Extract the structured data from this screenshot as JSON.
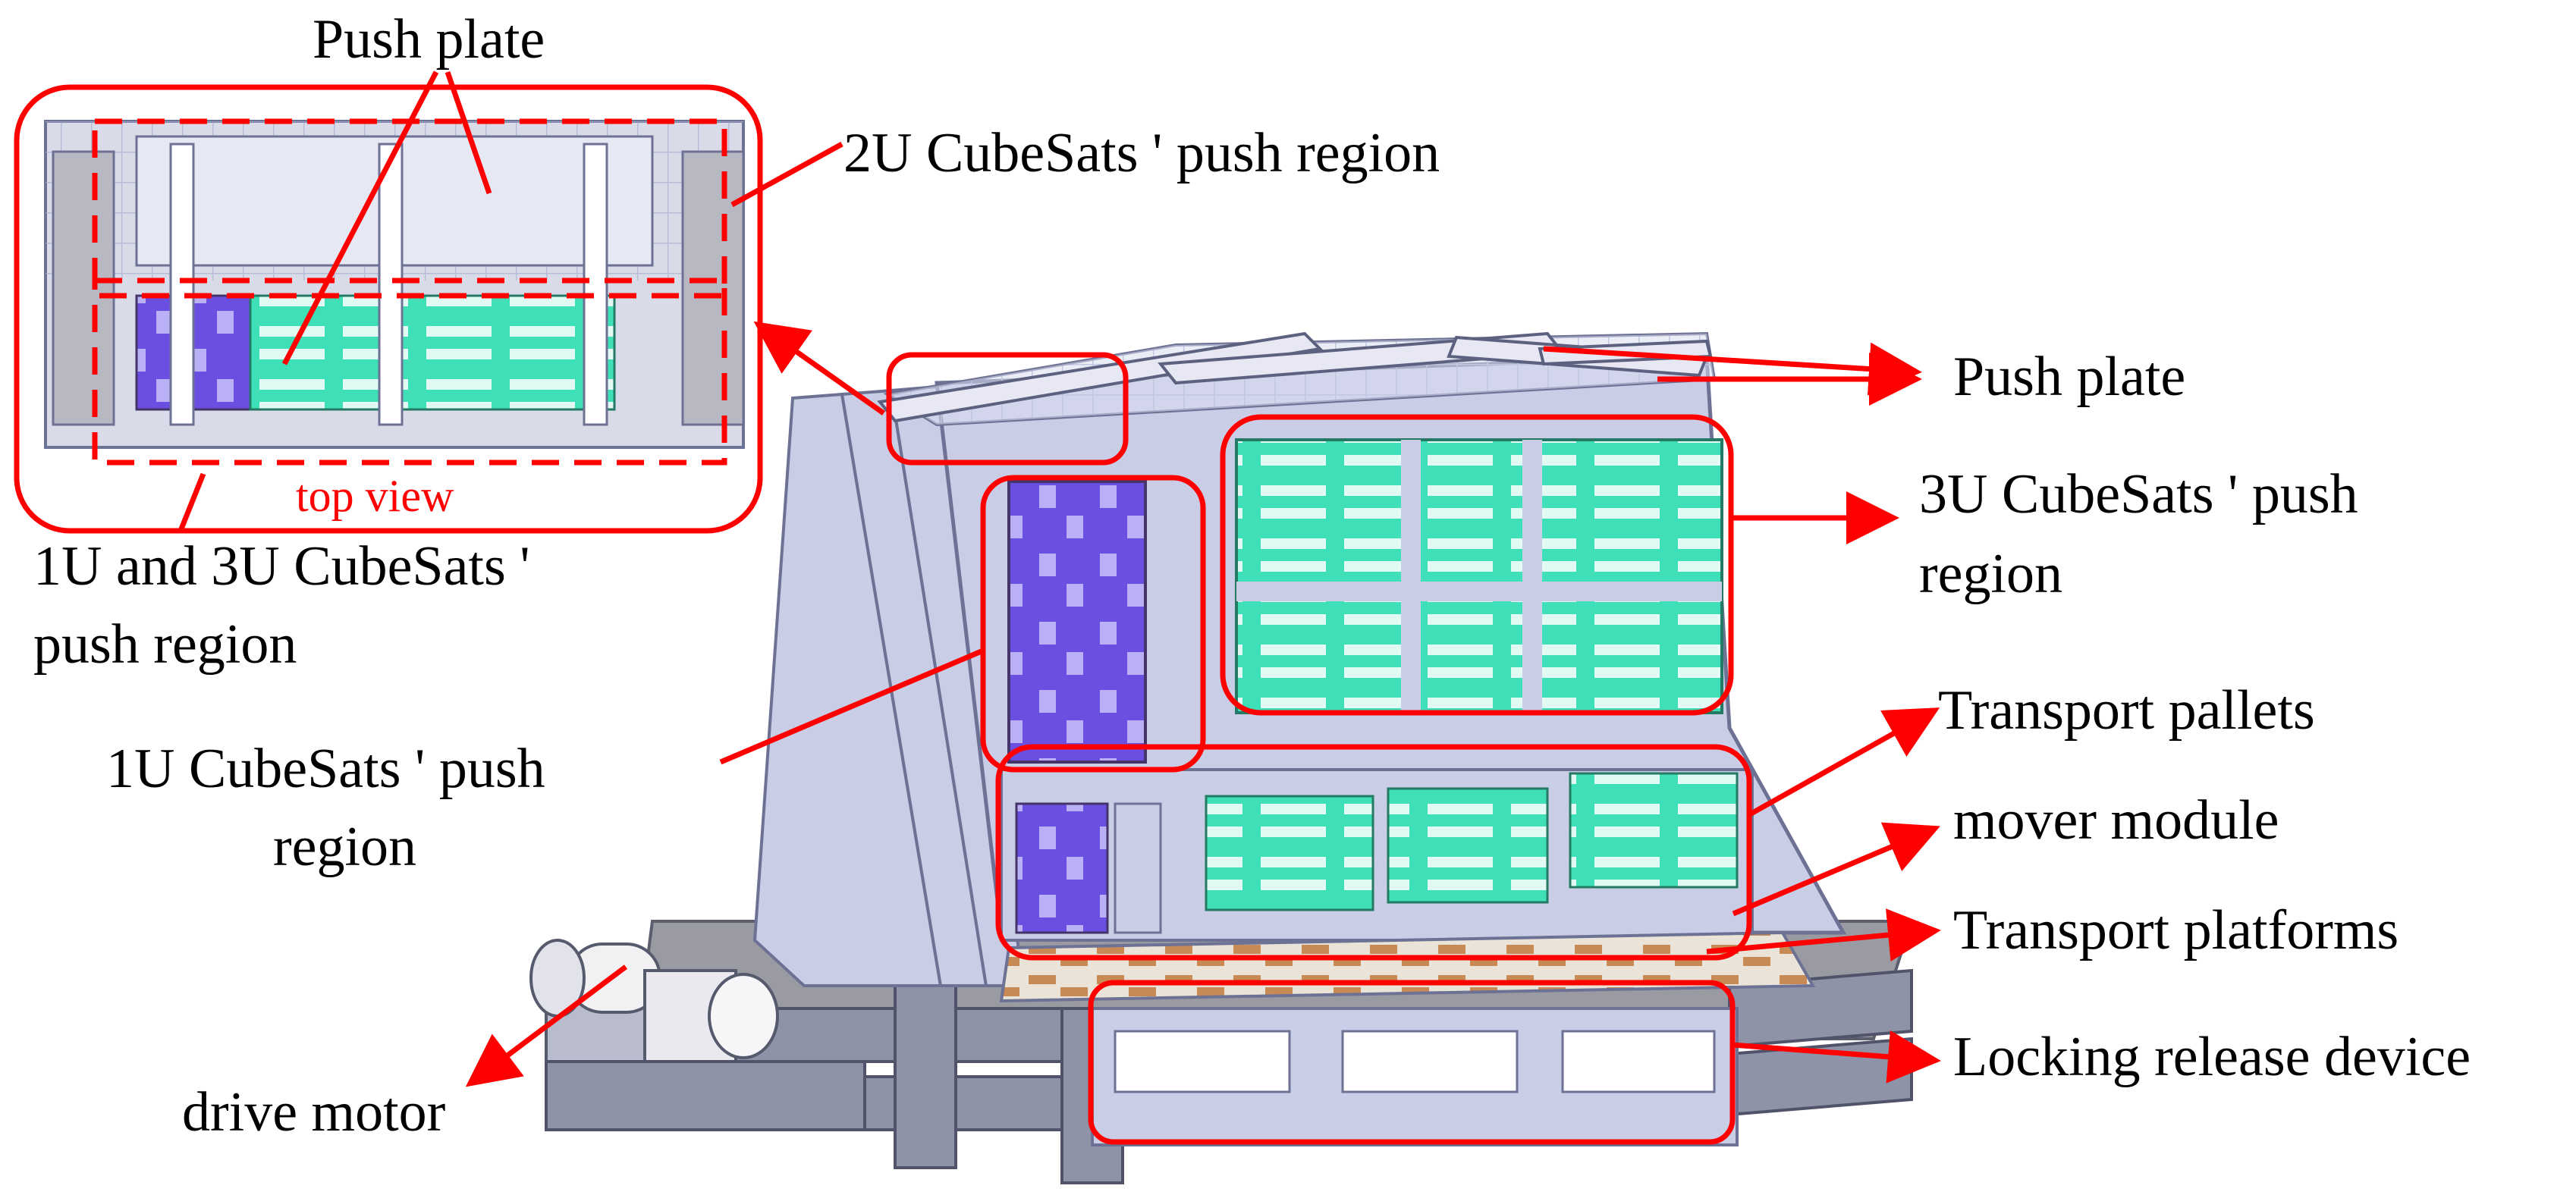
{
  "labels": {
    "push_plate_top": "Push plate",
    "two_u_region": "2U CubeSats ' push region",
    "top_view": "top view",
    "one_three_u_region_l1": "1U and 3U CubeSats '",
    "one_three_u_region_l2": "push region",
    "push_plate_right": "Push plate",
    "three_u_region_l1": "3U CubeSats ' push",
    "three_u_region_l2": "region",
    "one_u_region_l1": "1U CubeSats ' push",
    "one_u_region_l2": "region",
    "transport_pallets": "Transport pallets",
    "mover_module": "mover module",
    "transport_platforms": "Transport platforms",
    "locking_release": "Locking release device",
    "drive_motor": "drive motor"
  },
  "colors": {
    "callout_red": "#ff0000",
    "frame_lavender": "#c9cde6",
    "frame_shadow": "#9aa0c2",
    "module_teal": "#3fe0b8",
    "module_purple": "#6a4fe0",
    "platform_brown": "#c88a55",
    "rail_gray": "#8f93a8"
  }
}
